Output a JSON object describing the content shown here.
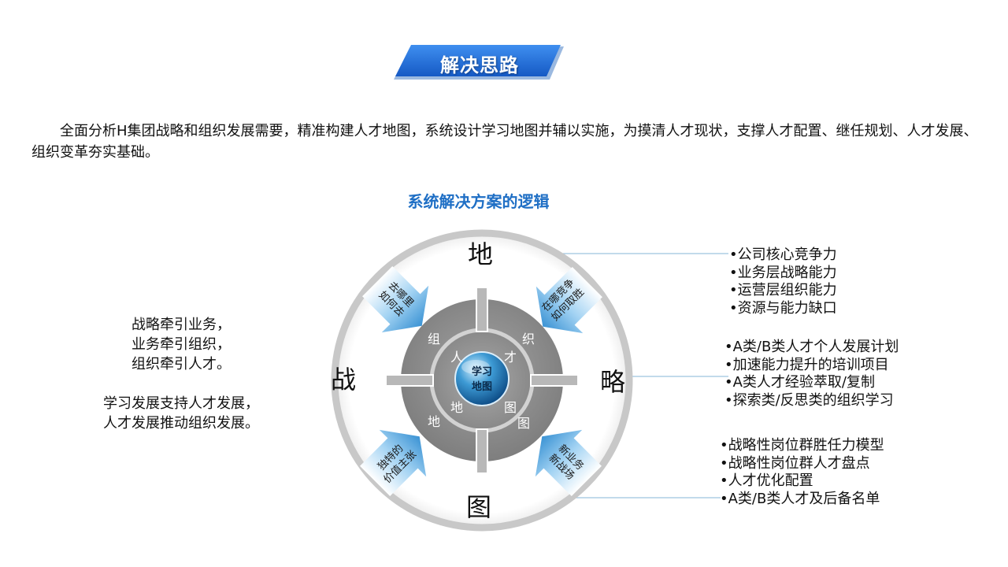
{
  "title": "解决思路",
  "intro": "全面分析H集团战略和组织发展需要，精准构建人才地图，系统设计学习地图并辅以实施，为摸清人才现状，支撑人才配置、继任规划、人才发展、组织变革夯实基础。",
  "subtitle": "系统解决方案的逻辑",
  "left_block": {
    "lines1": [
      "战略牵引业务，",
      "业务牵引组织，",
      "组织牵引人才。"
    ],
    "lines2": [
      "学习发展支持人才发展，",
      "人才发展推动组织发展。"
    ]
  },
  "diagram": {
    "outer_chars": {
      "top": "地",
      "left": "战",
      "right": "略",
      "bottom": "图"
    },
    "ring_chars": {
      "tl": "组",
      "tr": "织",
      "bl": "地",
      "br": "图"
    },
    "inner_chars": {
      "tl": "人",
      "tr": "才",
      "bl": "地",
      "br": "图"
    },
    "center_lines": [
      "学习",
      "地图"
    ],
    "arrows": {
      "tl": [
        "去哪里",
        "如何去"
      ],
      "tr": [
        "在哪竞争",
        "如何取胜"
      ],
      "bl": [
        "独特的",
        "价值主张"
      ],
      "br": [
        "新业务",
        "新战场"
      ]
    }
  },
  "right_lists": [
    [
      "•公司核心竞争力",
      "•业务层战略能力",
      "•运营层组织能力",
      "•资源与能力缺口"
    ],
    [
      "•A类/B类人才个人发展计划",
      "•加速能力提升的培训项目",
      "•A类人才经验萃取/复制",
      "•探索类/反思类的组织学习"
    ],
    [
      "•战略性岗位群胜任力模型",
      "•战略性岗位群人才盘点",
      "•人才优化配置",
      "•A类/B类人才及后备名单"
    ]
  ],
  "colors": {
    "title_blue": "#1f6fd6",
    "subtitle_blue": "#1f6fc5",
    "outer_ring": "#c8c8c8",
    "mid_disc": "#8e8e8e",
    "arrow_blue": "#5aa9dc",
    "connector": "#9ec3df"
  }
}
